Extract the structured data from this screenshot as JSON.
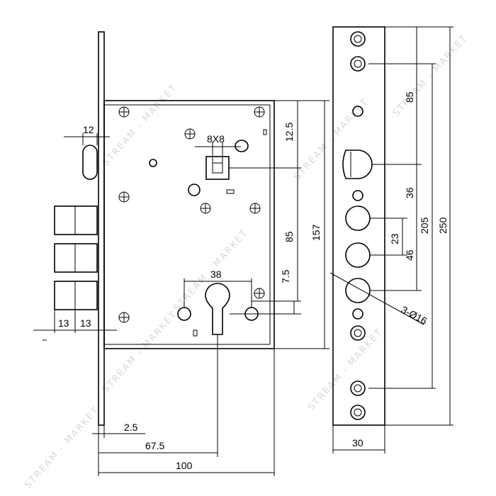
{
  "watermark": {
    "text_a": "STREAM - MARKET",
    "text_b": "STREAM - MARKET",
    "text_c": "STREAM - MARKET"
  },
  "dimensions": {
    "bolt_hole_width": "12",
    "square_spindle": "8X8",
    "cylinder_spacing": "38",
    "bolt_gap_1": "13",
    "bolt_gap_2": "13",
    "faceplate_thickness": "2.5",
    "backset": "67.5",
    "body_width": "100",
    "top_to_spindle": "12.5",
    "spindle_to_cylinder": "85",
    "cylinder_offset": "7.5",
    "body_height": "157",
    "plate_top_to_latch": "85",
    "latch_to_bolt": "36",
    "bolt_pitch": "23",
    "bolt_span": "46",
    "screw_span": "205",
    "plate_length": "250",
    "bolt_diameter": "3-Ø16",
    "plate_width": "30"
  }
}
